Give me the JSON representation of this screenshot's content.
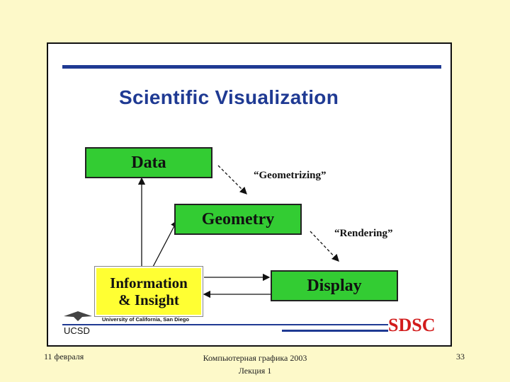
{
  "slide": {
    "title": "Scientific Visualization",
    "nodes": {
      "data": "Data",
      "geometry": "Geometry",
      "display": "Display",
      "info_line1": "Information",
      "info_line2": "& Insight"
    },
    "labels": {
      "geometrizing": "“Geometrizing”",
      "rendering": "“Rendering”"
    },
    "logos": {
      "ucsd": "UCSD",
      "university": "University of California, San Diego",
      "sdsc": "SDSC"
    },
    "colors": {
      "title": "#1f3a93",
      "box_green": "#33cc33",
      "box_yellow": "#ffff33",
      "rule_blue": "#1f3a93",
      "sdsc_red": "#d21b1b"
    }
  },
  "footer": {
    "date": "11 февраля",
    "course": "Компьютерная графика 2003",
    "lecture": "Лекция 1",
    "page": "33"
  }
}
